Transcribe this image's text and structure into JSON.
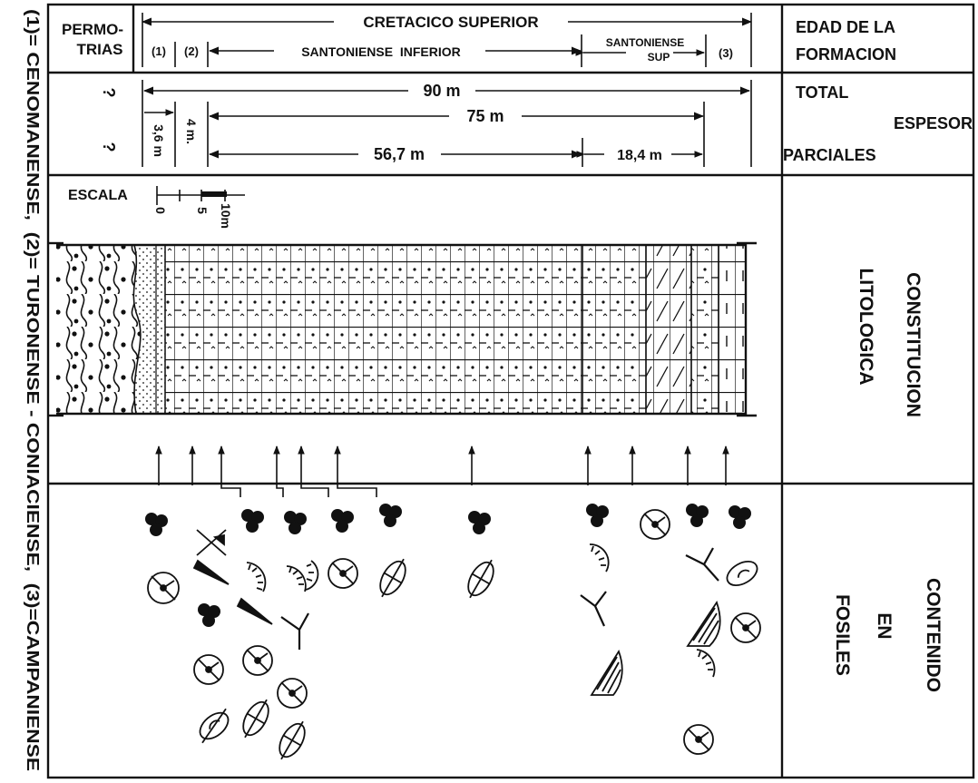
{
  "header": {
    "period_permotrias_line1": "PERMO-",
    "period_permotrias_line2": "TRIAS",
    "period_cretacico": "CRETACICO SUPERIOR",
    "stage_1": "(1)",
    "stage_2": "(2)",
    "stage_santoniense_inferior": "SANTONIENSE  INFERIOR",
    "stage_santoniense_sup_line1": "SANTONIENSE",
    "stage_santoniense_sup_line2": "SUP",
    "stage_3": "(3)"
  },
  "thickness": {
    "unknown_mark": "?",
    "total": "90 m",
    "partial_75": "75 m",
    "partial_36": "3,6 m",
    "partial_4": "4 m.",
    "partial_567": "56,7 m",
    "partial_184": "18,4 m"
  },
  "scale": {
    "label": "ESCALA",
    "tick_0": "0",
    "tick_5": "5",
    "tick_10": "10m"
  },
  "right_labels": {
    "edad_line1": "EDAD DE LA",
    "edad_line2": "FORMACION",
    "total": "TOTAL",
    "espesor": "ESPESOR",
    "parciales": "PARCIALES",
    "constitucion": "CONSTITUCION",
    "litologica": "LITOLOGICA",
    "contenido": "CONTENIDO",
    "en": "EN",
    "fosiles": "FOSILES"
  },
  "legend_left": "(1)= CENOMANENSE,  (2)= TURONENSE - CONIACIENSE,  (3)=CAMPANIENSE",
  "colors": {
    "ink": "#111111",
    "paper": "#ffffff"
  }
}
